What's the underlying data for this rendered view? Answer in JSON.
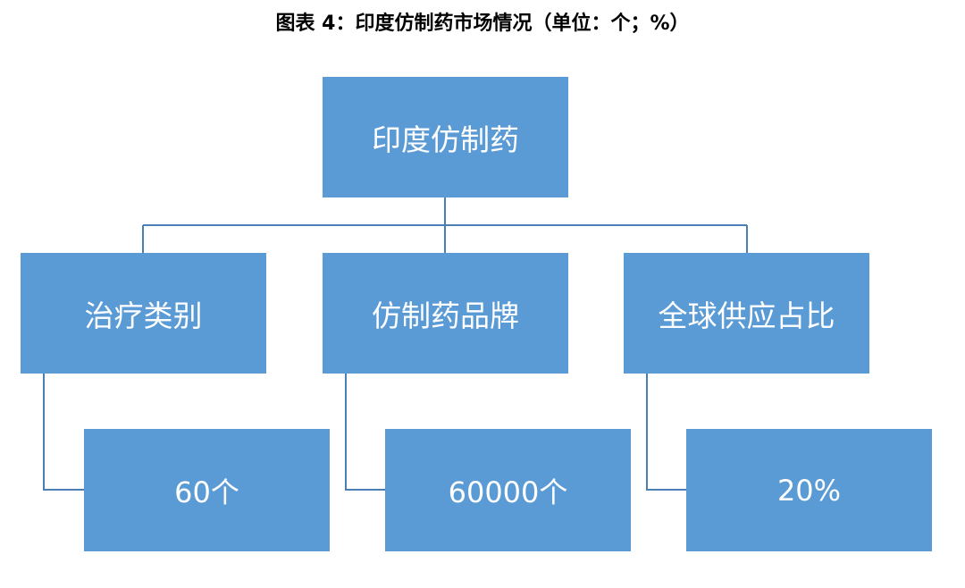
{
  "title": "图表 4：印度仿制药市场情况（单位：个；%）",
  "diagram": {
    "root": {
      "label": "印度仿制药"
    },
    "categories": [
      {
        "label": "治疗类别",
        "value": "60个"
      },
      {
        "label": "仿制药品牌",
        "value": "60000个"
      },
      {
        "label": "全球供应占比",
        "value": "20%"
      }
    ]
  },
  "colors": {
    "node_fill": "#5b9bd5",
    "connector": "#4a7fb5",
    "text": "#ffffff"
  }
}
